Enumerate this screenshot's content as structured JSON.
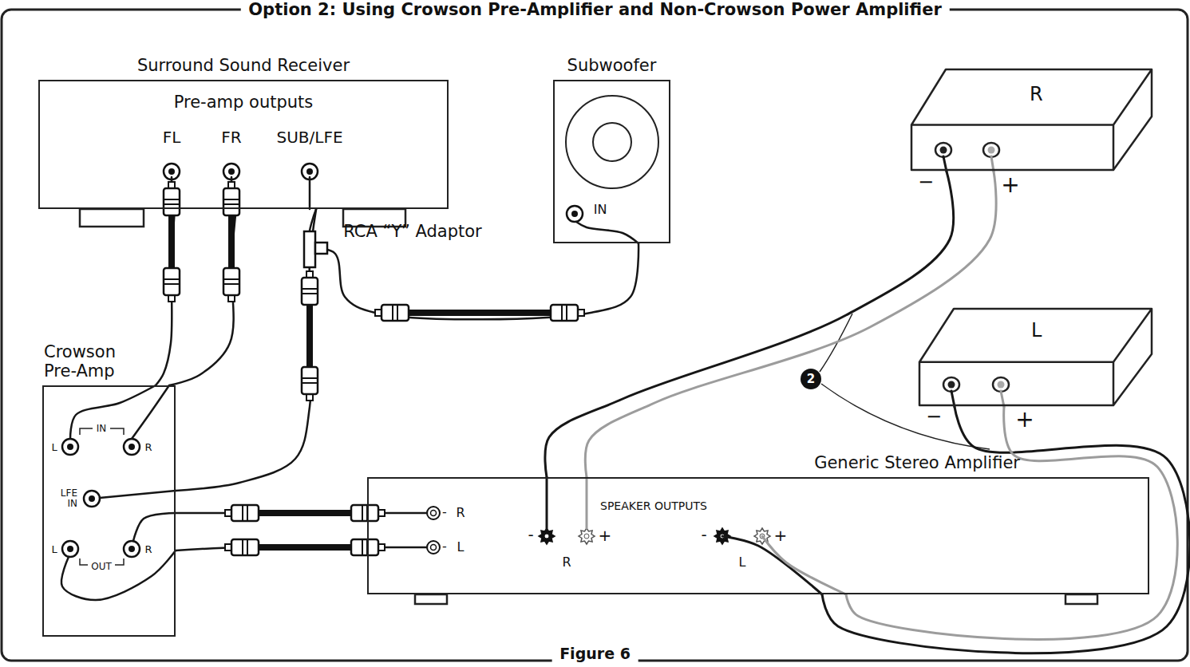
{
  "diagram": {
    "title": "Option 2: Using Crowson Pre-Amplifier and Non-Crowson Power Amplifier",
    "caption": "Figure 6",
    "nodes": [
      {
        "text": [
          "Surround Sound Receiver",
          "Pre-amp outputs"
        ]
      },
      {
        "text": [
          "Subwoofer"
        ]
      },
      {
        "text": [
          "R"
        ]
      },
      {
        "text": [
          "L"
        ]
      },
      {
        "text": [
          "Crowson Pre-Amp"
        ]
      },
      {
        "text": [
          "Generic Stereo Amplifier",
          "SPEAKER OUTPUTS"
        ]
      }
    ],
    "edges": [
      {
        "from": 0,
        "to": 4,
        "arrow": "none"
      },
      {
        "from": 0,
        "to": 4,
        "arrow": "none"
      },
      {
        "from": 0,
        "to": 1,
        "arrow": "none"
      },
      {
        "from": 0,
        "to": 4,
        "arrow": "none"
      },
      {
        "from": 4,
        "to": 5,
        "arrow": "none"
      },
      {
        "from": 4,
        "to": 5,
        "arrow": "none"
      },
      {
        "from": 5,
        "to": 2,
        "arrow": "none"
      },
      {
        "from": 5,
        "to": 2,
        "arrow": "none"
      },
      {
        "from": 5,
        "to": 3,
        "arrow": "none"
      },
      {
        "from": 5,
        "to": 3,
        "arrow": "none"
      }
    ],
    "labels": [
      "FL",
      "FR",
      "SUB/LFE",
      "IN",
      "RCA “Y” Adaptor",
      "−",
      "+",
      "2",
      "−",
      "+",
      "IN",
      "L",
      "R",
      "LFE IN",
      "L",
      "R",
      "OUT",
      "-",
      "R",
      "-",
      "L",
      "-",
      "+",
      "R",
      "-",
      "+",
      "L"
    ]
  }
}
